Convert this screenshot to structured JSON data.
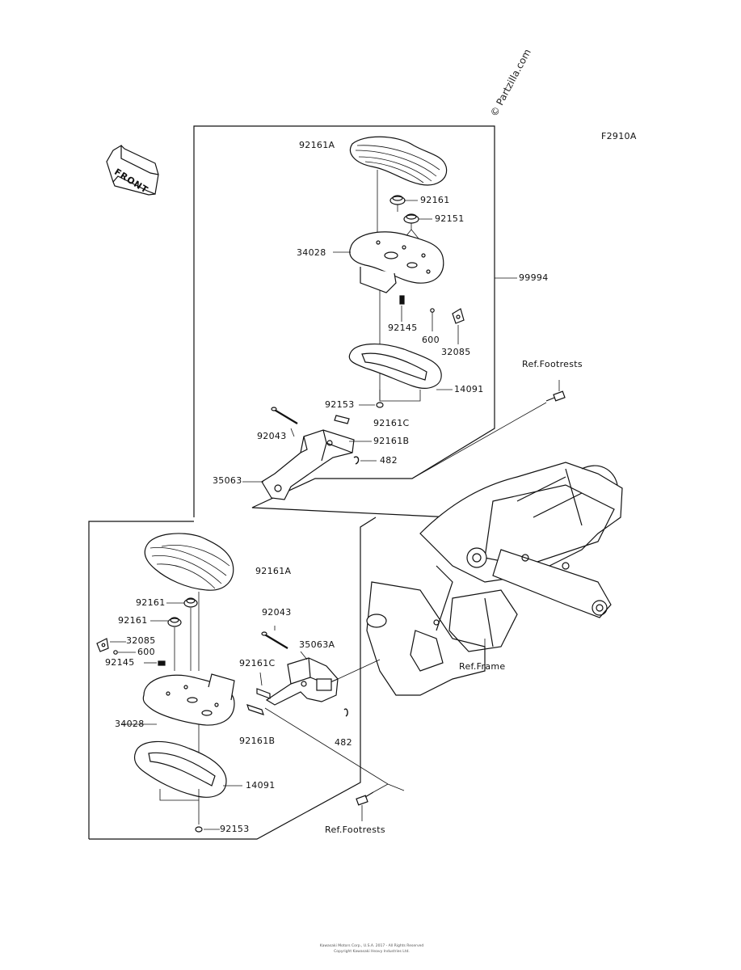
{
  "figure_code": "F2910A",
  "watermark": "© Partzilla.com",
  "front_arrow_label": "FRONT",
  "upper_assembly": {
    "labels": {
      "floorboard_pad": "92161A",
      "damper": "92161",
      "damper_b": "92151",
      "bracket_plate": "34028",
      "assembly_ref": "99994",
      "bolt_small": "92145",
      "pin": "600",
      "clip": "32085",
      "cover": "14091",
      "nut": "92153",
      "ref_footrests": "Ref.Footrests",
      "shaft": "92043",
      "damper_c": "92161C",
      "damper_b2": "92161B",
      "spring_pin": "482",
      "holder": "35063"
    }
  },
  "lower_assembly": {
    "labels": {
      "floorboard_pad": "92161A",
      "damper": "92161",
      "damper_2": "92161",
      "shaft": "92043",
      "clip": "32085",
      "pin": "600",
      "bolt_small": "92145",
      "holder": "35063A",
      "damper_c": "92161C",
      "bracket_plate": "34028",
      "damper_b": "92161B",
      "spring_pin": "482",
      "cover": "14091",
      "nut": "92153",
      "ref_footrests": "Ref.Footrests"
    }
  },
  "frame_label": "Ref.Frame",
  "footer_line1": "Kawasaki Motors Corp., U.S.A. 2017 - All Rights Reserved",
  "footer_line2": "Copyright Kawasaki Heavy Industries Ltd."
}
